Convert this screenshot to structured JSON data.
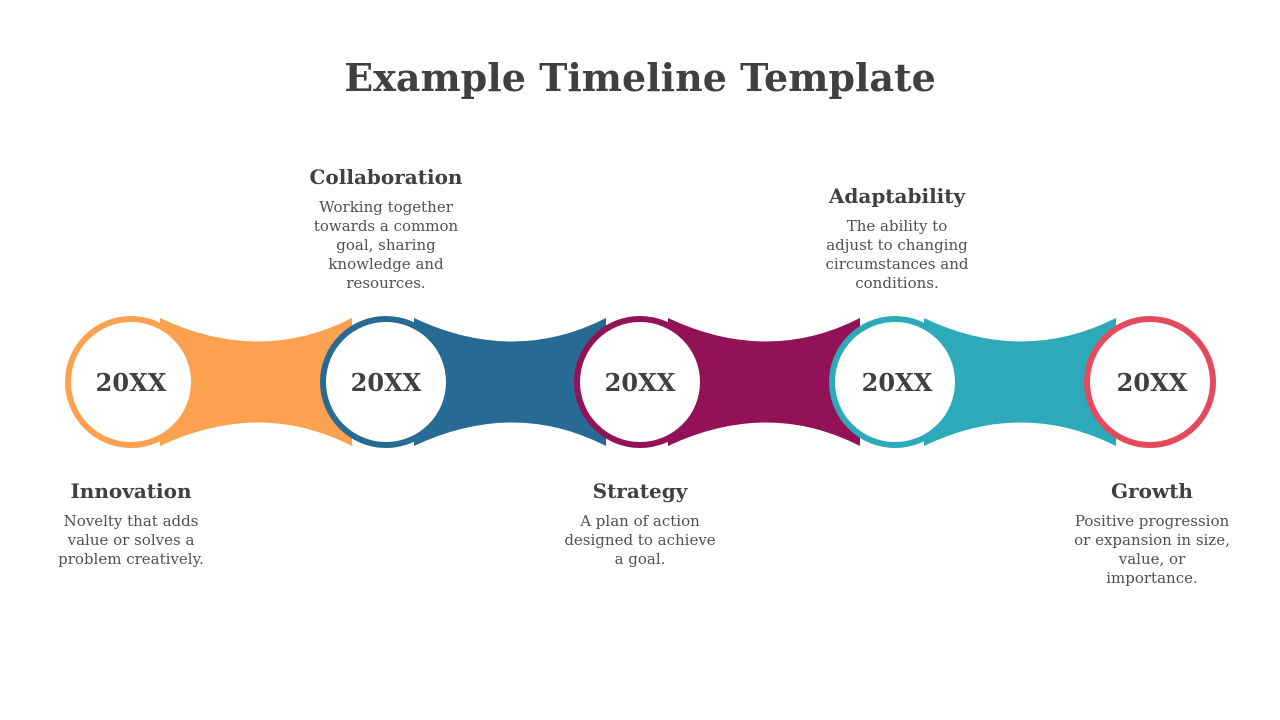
{
  "title": "Example Timeline Template",
  "milestones": [
    {
      "year": "20XX",
      "heading": "Innovation",
      "description": "Novelty that adds value or solves a problem creatively.",
      "color": "#FBA150"
    },
    {
      "year": "20XX",
      "heading": "Collaboration",
      "description": "Working together towards a common goal, sharing knowledge and resources.",
      "color": "#276B94"
    },
    {
      "year": "20XX",
      "heading": "Strategy",
      "description": "A plan of action designed to achieve a goal.",
      "color": "#931257"
    },
    {
      "year": "20XX",
      "heading": "Adaptability",
      "description": "The ability to adjust to changing circumstances and conditions.",
      "color": "#2CAAB9"
    },
    {
      "year": "20XX",
      "heading": "Growth",
      "description": "Positive progression or expansion in size, value, or importance.",
      "color": "#E34B5D"
    }
  ]
}
